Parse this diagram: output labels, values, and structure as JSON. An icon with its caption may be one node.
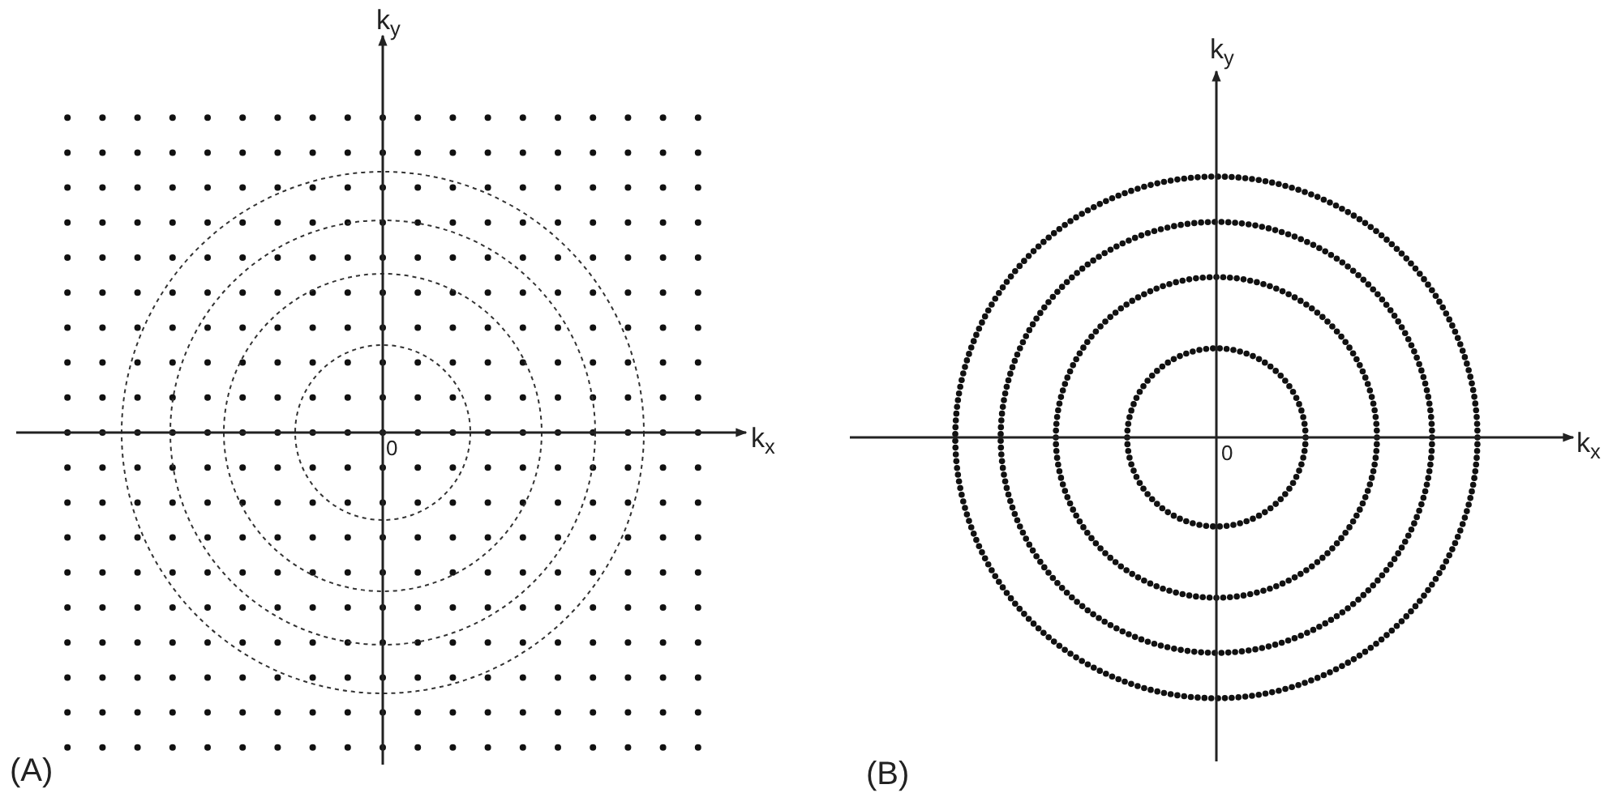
{
  "diagram": {
    "labels": [
      "k$_{y}$",
      "k$_{x}$",
      "0",
      "(A)",
      "k$_{y}$",
      "k$_{x}$",
      "0",
      "(B)"
    ]
  }
}
